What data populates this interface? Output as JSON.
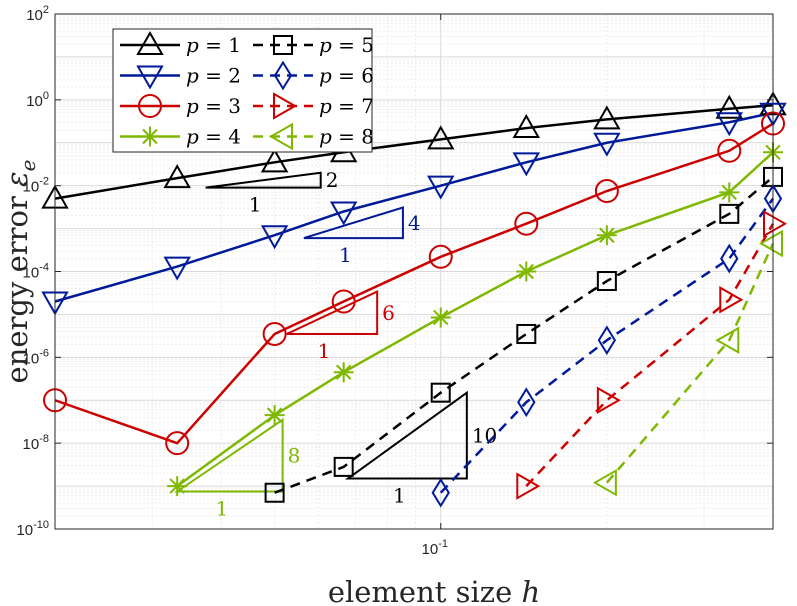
{
  "chart_data": {
    "type": "line",
    "title": "",
    "xlabel": "element size h",
    "xlabel_parts": {
      "text": "element size ",
      "var": "h"
    },
    "ylabel": "energy error ε_e",
    "ylabel_parts": {
      "text": "energy error ",
      "var": "ε",
      "sub": "e"
    },
    "xscale": "log",
    "yscale": "log",
    "xlim": [
      0.02,
      0.4
    ],
    "ylim": [
      1e-10,
      100
    ],
    "grid": true,
    "legend_position": "top-left",
    "x_ticks": [
      {
        "value": 0.1,
        "base": "10",
        "exp": "-1"
      }
    ],
    "y_ticks": [
      {
        "value": 1e-10,
        "base": "10",
        "exp": "-10"
      },
      {
        "value": 1e-08,
        "base": "10",
        "exp": "-8"
      },
      {
        "value": 1e-06,
        "base": "10",
        "exp": "-6"
      },
      {
        "value": 0.0001,
        "base": "10",
        "exp": "-4"
      },
      {
        "value": 0.01,
        "base": "10",
        "exp": "-2"
      },
      {
        "value": 1,
        "base": "10",
        "exp": "0"
      },
      {
        "value": 100,
        "base": "10",
        "exp": "2"
      }
    ],
    "series": [
      {
        "name": "p = 1",
        "p": "1",
        "color": "#000000",
        "dash": "solid",
        "marker": "triangle-up",
        "x": [
          0.02,
          0.0333,
          0.05,
          0.0667,
          0.1,
          0.1429,
          0.2,
          0.3333,
          0.4
        ],
        "y": [
          0.005,
          0.015,
          0.035,
          0.06,
          0.12,
          0.22,
          0.35,
          0.62,
          0.75
        ]
      },
      {
        "name": "p = 2",
        "p": "2",
        "color": "#001a99",
        "dash": "solid",
        "marker": "triangle-down",
        "x": [
          0.02,
          0.0333,
          0.05,
          0.0667,
          0.1,
          0.1429,
          0.2,
          0.3333,
          0.4
        ],
        "y": [
          2e-05,
          0.00013,
          0.0007,
          0.0025,
          0.01,
          0.035,
          0.1,
          0.3,
          0.5
        ]
      },
      {
        "name": "p = 3",
        "p": "3",
        "color": "#cc0000",
        "dash": "solid",
        "marker": "circle",
        "x": [
          0.02,
          0.0333,
          0.05,
          0.0667,
          0.1,
          0.1429,
          0.2,
          0.3333,
          0.4
        ],
        "y": [
          1e-07,
          1e-08,
          3.5e-06,
          2e-05,
          0.00022,
          0.0013,
          0.0075,
          0.065,
          0.28
        ]
      },
      {
        "name": "p = 4",
        "p": "4",
        "color": "#7fb800",
        "dash": "solid",
        "marker": "asterisk",
        "x": [
          0.0333,
          0.05,
          0.0667,
          0.1,
          0.1429,
          0.2,
          0.3333,
          0.4
        ],
        "y": [
          1e-09,
          4.5e-08,
          4.5e-07,
          8.5e-06,
          0.0001,
          0.0007,
          0.007,
          0.06
        ]
      },
      {
        "name": "p = 5",
        "p": "5",
        "color": "#000000",
        "dash": "dashed",
        "marker": "square",
        "x": [
          0.05,
          0.0667,
          0.1,
          0.1429,
          0.2,
          0.3333,
          0.4
        ],
        "y": [
          7e-10,
          2.8e-09,
          1.5e-07,
          3.5e-06,
          6e-05,
          0.0022,
          0.016
        ]
      },
      {
        "name": "p = 6",
        "p": "6",
        "color": "#001a99",
        "dash": "dashed",
        "marker": "diamond",
        "x": [
          0.1,
          0.1429,
          0.2,
          0.3333,
          0.4
        ],
        "y": [
          7e-10,
          9e-08,
          2.5e-06,
          0.0002,
          0.005
        ]
      },
      {
        "name": "p = 7",
        "p": "7",
        "color": "#cc0000",
        "dash": "dashed",
        "marker": "triangle-right",
        "x": [
          0.1429,
          0.2,
          0.3333,
          0.4
        ],
        "y": [
          1e-09,
          1e-07,
          2.2e-05,
          0.0013
        ]
      },
      {
        "name": "p = 8",
        "p": "8",
        "color": "#7fb800",
        "dash": "dashed",
        "marker": "triangle-left",
        "x": [
          0.2,
          0.3333,
          0.4
        ],
        "y": [
          1.2e-09,
          2.5e-06,
          0.00045
        ]
      }
    ],
    "slope_triangles": [
      {
        "color": "#000000",
        "run_label": "1",
        "rise_label": "2",
        "x0": 0.0375,
        "x1": 0.0606,
        "y_base": 0.009,
        "y_top": 0.02
      },
      {
        "color": "#001a99",
        "run_label": "1",
        "rise_label": "4",
        "x0": 0.0565,
        "x1": 0.0854,
        "y_base": 0.0006,
        "y_top": 0.0031
      },
      {
        "color": "#cc0000",
        "run_label": "1",
        "rise_label": "6",
        "x0": 0.0526,
        "x1": 0.0767,
        "y_base": 3.5e-06,
        "y_top": 3.4e-05
      },
      {
        "color": "#7fb800",
        "run_label": "1",
        "rise_label": "8",
        "x0": 0.0333,
        "x1": 0.0517,
        "y_base": 7.5e-10,
        "y_top": 3.5e-08
      },
      {
        "color": "#000000",
        "run_label": "1",
        "rise_label": "10",
        "x0": 0.0679,
        "x1": 0.1115,
        "y_base": 1.5e-09,
        "y_top": 1.5e-07
      }
    ]
  }
}
